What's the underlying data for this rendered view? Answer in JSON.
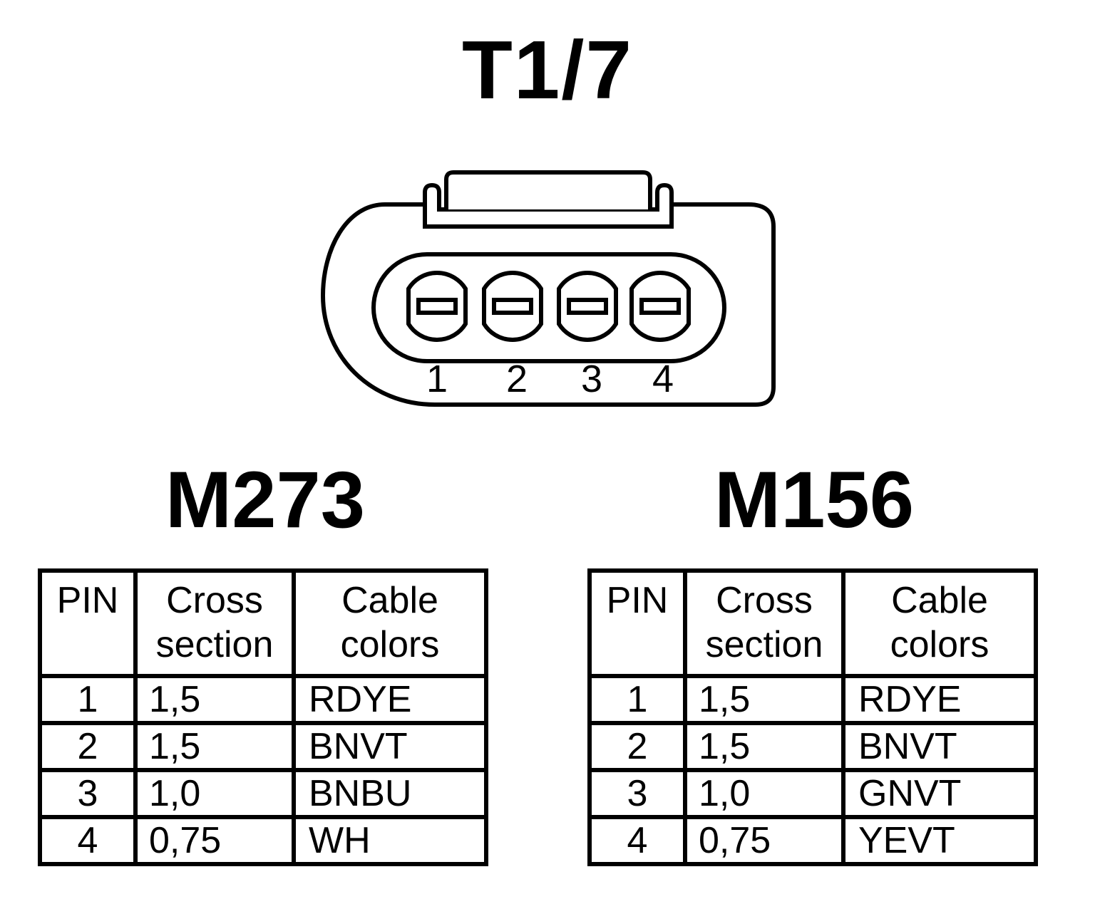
{
  "connector": {
    "title": "T1/7",
    "pins": [
      "1",
      "2",
      "3",
      "4"
    ]
  },
  "headers": {
    "pin": "PIN",
    "cross_line1": "Cross",
    "cross_line2": "section",
    "color_line1": "Cable",
    "color_line2": "colors"
  },
  "tables": [
    {
      "engine": "M273",
      "rows": [
        {
          "pin": "1",
          "cross_section": "1,5",
          "cable_color": "RDYE"
        },
        {
          "pin": "2",
          "cross_section": "1,5",
          "cable_color": "BNVT"
        },
        {
          "pin": "3",
          "cross_section": "1,0",
          "cable_color": "BNBU"
        },
        {
          "pin": "4",
          "cross_section": "0,75",
          "cable_color": "WH"
        }
      ]
    },
    {
      "engine": "M156",
      "rows": [
        {
          "pin": "1",
          "cross_section": "1,5",
          "cable_color": "RDYE"
        },
        {
          "pin": "2",
          "cross_section": "1,5",
          "cable_color": "BNVT"
        },
        {
          "pin": "3",
          "cross_section": "1,0",
          "cable_color": "GNVT"
        },
        {
          "pin": "4",
          "cross_section": "0,75",
          "cable_color": "YEVT"
        }
      ]
    }
  ]
}
